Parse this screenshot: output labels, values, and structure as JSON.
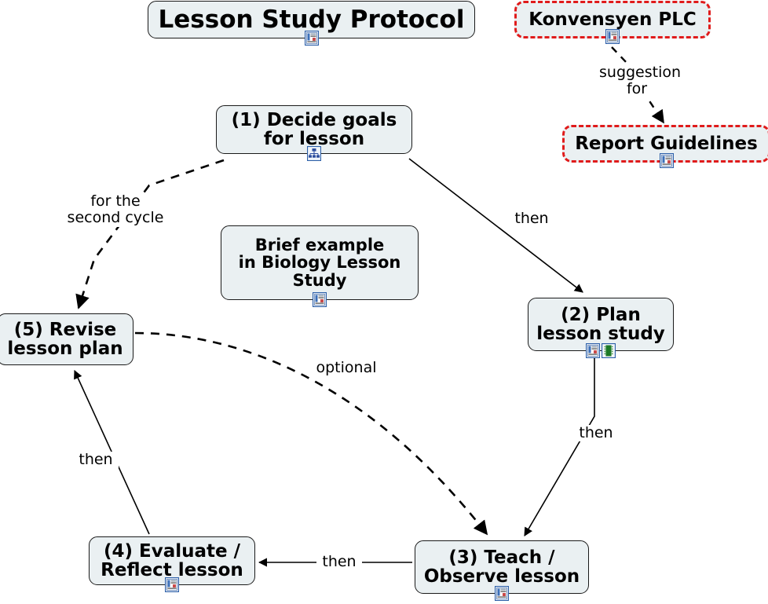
{
  "diagram": {
    "title_box": {
      "label": "Lesson Study Protocol",
      "icon": "document-icon"
    },
    "nodes": [
      {
        "id": "konvensyen-plc",
        "label": "Konvensyen PLC",
        "style": "red-dashed",
        "icons": [
          "document-icon"
        ]
      },
      {
        "id": "report-guidelines",
        "label": "Report Guidelines",
        "style": "red-dashed",
        "icons": [
          "document-icon"
        ]
      },
      {
        "id": "step-1-decide-goals",
        "label": "(1) Decide goals\nfor lesson",
        "style": "solid",
        "icons": [
          "org-chart-icon"
        ]
      },
      {
        "id": "brief-example",
        "label": "Brief example\nin Biology Lesson\nStudy",
        "style": "solid",
        "icons": [
          "document-icon"
        ]
      },
      {
        "id": "step-2-plan-lesson-study",
        "label": "(2) Plan\nlesson study",
        "style": "solid",
        "icons": [
          "document-icon",
          "film-icon"
        ]
      },
      {
        "id": "step-3-teach-observe",
        "label": "(3) Teach /\nObserve lesson",
        "style": "solid",
        "icons": [
          "document-icon"
        ]
      },
      {
        "id": "step-4-evaluate-reflect",
        "label": "(4) Evaluate /\nReflect lesson",
        "style": "solid",
        "icons": [
          "document-icon"
        ]
      },
      {
        "id": "step-5-revise-lesson-plan",
        "label": "(5) Revise\nlesson plan",
        "style": "solid",
        "icons": []
      }
    ],
    "edges": [
      {
        "id": "edge-konvensyen-to-report",
        "from": "konvensyen-plc",
        "to": "report-guidelines",
        "label": "suggestion\nfor",
        "style": "dashed"
      },
      {
        "id": "edge-1-to-2",
        "from": "step-1-decide-goals",
        "to": "step-2-plan-lesson-study",
        "label": "then",
        "style": "solid"
      },
      {
        "id": "edge-1-to-5",
        "from": "step-1-decide-goals",
        "to": "step-5-revise-lesson-plan",
        "label": "for the\nsecond cycle",
        "style": "dashed"
      },
      {
        "id": "edge-2-to-3",
        "from": "step-2-plan-lesson-study",
        "to": "step-3-teach-observe",
        "label": "then",
        "style": "solid"
      },
      {
        "id": "edge-3-to-4",
        "from": "step-3-teach-observe",
        "to": "step-4-evaluate-reflect",
        "label": "then",
        "style": "solid"
      },
      {
        "id": "edge-4-to-5",
        "from": "step-4-evaluate-reflect",
        "to": "step-5-revise-lesson-plan",
        "label": "then",
        "style": "solid"
      },
      {
        "id": "edge-5-to-3-optional",
        "from": "step-5-revise-lesson-plan",
        "to": "step-3-teach-observe",
        "label": "optional",
        "style": "dashed"
      }
    ],
    "colors": {
      "node_fill": "#eaf0f2",
      "node_border": "#1a1a1a",
      "dashed_border": "#e01b1b",
      "text": "#000000",
      "edge": "#000000"
    }
  }
}
